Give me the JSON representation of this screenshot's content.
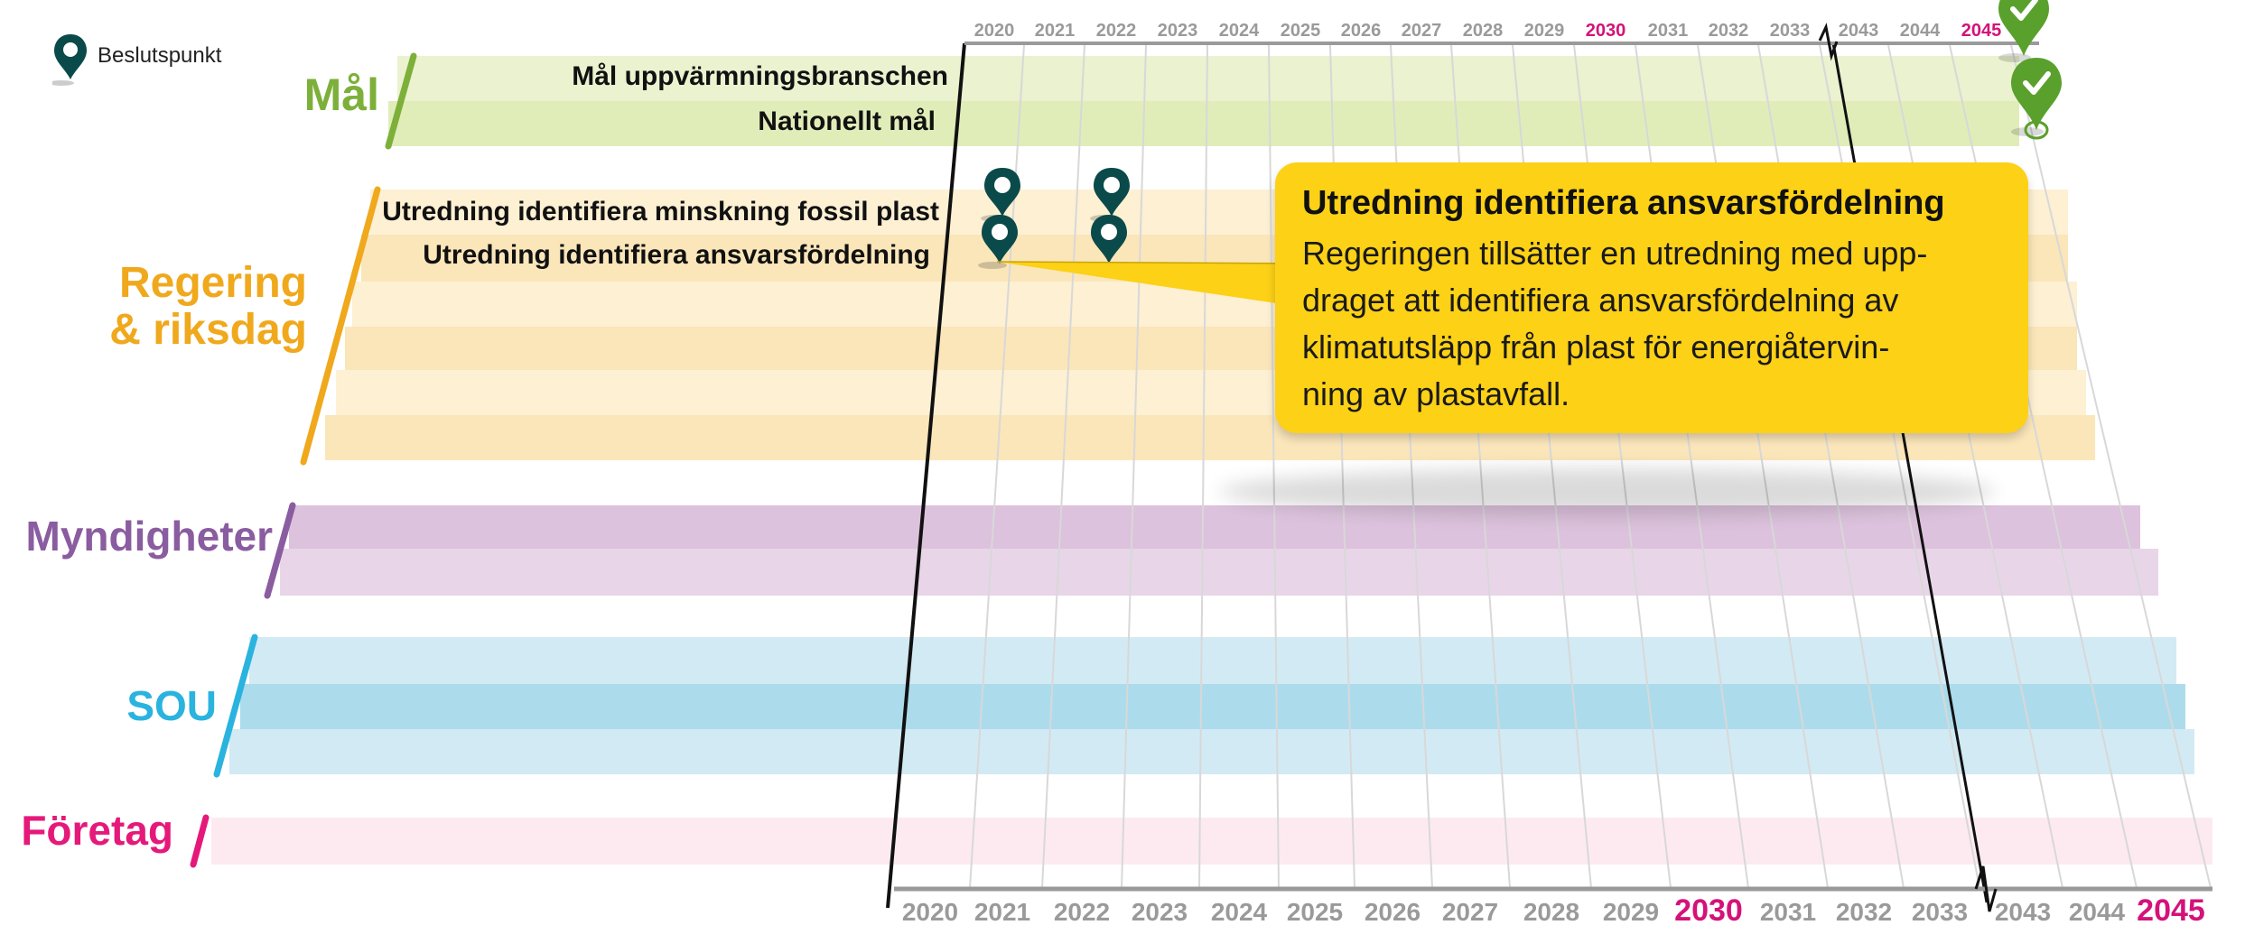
{
  "legend": {
    "icon": "map-pin-icon",
    "label": "Beslutspunkt"
  },
  "categories": [
    {
      "id": "mal",
      "label": "Mål",
      "color": "#7db03a"
    },
    {
      "id": "regering",
      "label": "Regering\n& riksdag",
      "color": "#f0a81c"
    },
    {
      "id": "myndigheter",
      "label": "Myndigheter",
      "color": "#8a5ca0"
    },
    {
      "id": "sou",
      "label": "SOU",
      "color": "#2ab3df"
    },
    {
      "id": "foretag",
      "label": "Företag",
      "color": "#e5197a"
    }
  ],
  "rows": [
    {
      "label": "Mål uppvärmningsbranschen"
    },
    {
      "label": "Nationellt mål"
    },
    {
      "label": "Utredning identifiera minskning fossil plast"
    },
    {
      "label": "Utredning identifiera ansvarsfördelning"
    }
  ],
  "timeline_years": [
    "2020",
    "2021",
    "2022",
    "2023",
    "2024",
    "2025",
    "2026",
    "2027",
    "2028",
    "2029",
    "2030",
    "2031",
    "2032",
    "2033",
    "2043",
    "2044",
    "2045"
  ],
  "highlight_years": [
    "2030",
    "2045"
  ],
  "colors": {
    "year_gray": "#9a9a9a",
    "year_highlight": "#d4127a",
    "marker": "#0b4a4a",
    "check": "#5aa02c",
    "callout": "#fcd116"
  },
  "callout": {
    "title": "Utredning identifiera ansvarsfördelning",
    "lines": [
      "Regeringen tillsätter en utredning med upp-",
      "draget att identifiera ansvarsfördelning av",
      "klimatutsläpp från plast för energiåtervin-",
      "ning av plastavfall."
    ]
  }
}
